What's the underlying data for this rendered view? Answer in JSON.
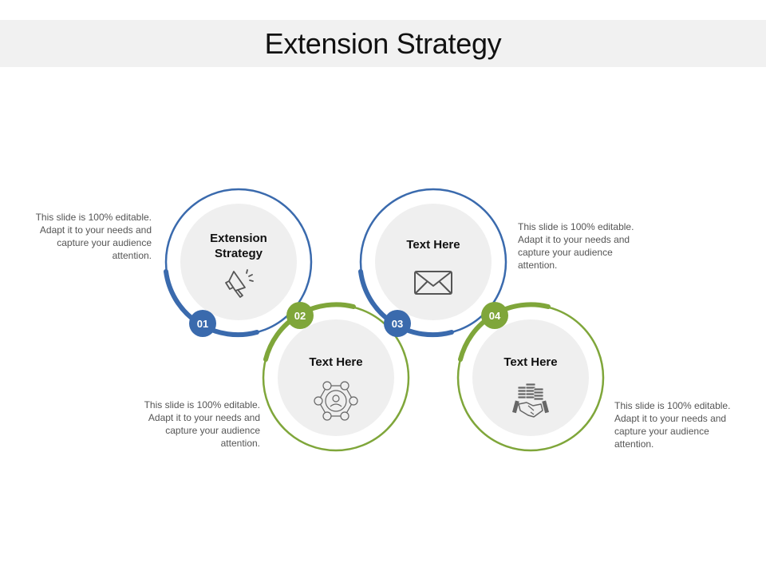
{
  "title": "Extension Strategy",
  "colors": {
    "blue": "#3a6aad",
    "green": "#7fa63a",
    "inner_fill": "#efefef",
    "title_bar_bg": "#f1f1f1",
    "icon_stroke": "#555555"
  },
  "steps": [
    {
      "number": "01",
      "label": "Extension Strategy",
      "label_lines": [
        "Extension",
        "Strategy"
      ],
      "icon": "megaphone-icon",
      "color": "blue",
      "description": "This slide is 100% editable. Adapt it to your needs and capture your audience attention."
    },
    {
      "number": "02",
      "label": "Text Here",
      "icon": "network-people-icon",
      "color": "green",
      "description": "This slide is 100% editable. Adapt it to your needs and capture your audience attention."
    },
    {
      "number": "03",
      "label": "Text Here",
      "icon": "envelope-icon",
      "color": "blue",
      "description": "This slide is 100% editable. Adapt it to your needs and capture your audience attention."
    },
    {
      "number": "04",
      "label": "Text Here",
      "icon": "coins-handshake-icon",
      "color": "green",
      "description": "This slide is 100% editable. Adapt it to your needs and capture your audience attention."
    }
  ]
}
